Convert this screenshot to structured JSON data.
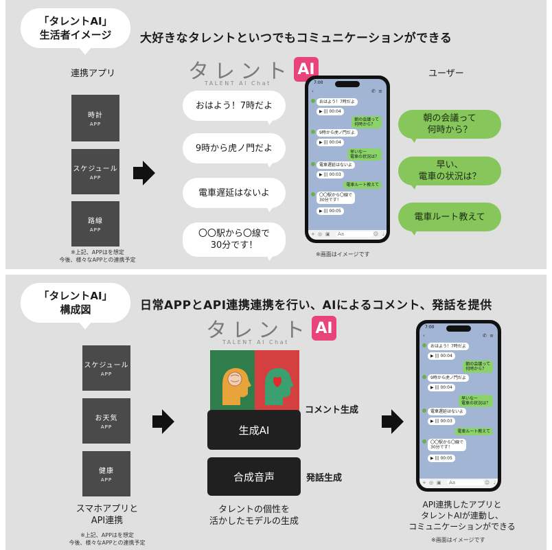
{
  "panel1": {
    "tag_line1": "「タレントAI」",
    "tag_line2": "生活者イメージ",
    "headline": "大好きなタレントといつでもコミュニケーションができる",
    "apps_label": "連携アプリ",
    "apps": [
      {
        "name": "時計",
        "sub": "APP"
      },
      {
        "name": "スケジュール",
        "sub": "APP"
      },
      {
        "name": "路線",
        "sub": "APP"
      }
    ],
    "apps_note_line1": "※上記、APPはを想定",
    "apps_note_line2": "今後、様々なAPPとの連携予定",
    "logo_text": "タレント",
    "logo_box": "AI",
    "logo_sub": "TALENT AI Chat",
    "talent_bubbles": [
      "おはよう！7時だよ",
      "9時から虎ノ門だよ",
      "電車遅延はないよ",
      "〇〇駅から〇線で\n30分です！"
    ],
    "user_label": "ユーザー",
    "user_bubbles": [
      "朝の会議って\n何時から？",
      "早い、\n電車の状況は？",
      "電車ルート教えて"
    ],
    "phone_note": "※画面はイメージです"
  },
  "panel2": {
    "tag_line1": "「タレントAI」",
    "tag_line2": "構成図",
    "headline": "日常APPとAPI連携連携を行い、AIによるコメント、発話を提供",
    "apps": [
      {
        "name": "スケジュール",
        "sub": "APP"
      },
      {
        "name": "お天気",
        "sub": "APP"
      },
      {
        "name": "健康",
        "sub": "APP"
      }
    ],
    "apps_caption_line1": "スマホアプリと",
    "apps_caption_line2": "API連携",
    "apps_note_line1": "※上記、APPはを想定",
    "apps_note_line2": "今後、様々なAPPとの連携予定",
    "logo_text": "タレント",
    "logo_box": "AI",
    "logo_sub": "TALENT AI Chat",
    "gen_ai": "生成AI",
    "synth_voice": "合成音声",
    "comment_gen": "コメント生成",
    "speech_gen": "発話生成",
    "center_caption_line1": "タレントの個性を",
    "center_caption_line2": "活かしたモデルの生成",
    "right_caption_line1": "API連携したアプリと",
    "right_caption_line2": "タレントAIが連動し、",
    "right_caption_line3": "コミュニケーションができる",
    "phone_note": "※画面はイメージです"
  },
  "phone_chat": {
    "time": "7:00",
    "messages": [
      {
        "side": "in",
        "text": "おはよう！7時だよ"
      },
      {
        "side": "in",
        "text": "▶ ||| 00:04"
      },
      {
        "side": "out",
        "text": "朝の会議って\n何時から？"
      },
      {
        "side": "in",
        "text": "9時から虎ノ門だよ"
      },
      {
        "side": "in",
        "text": "▶ ||| 00:04"
      },
      {
        "side": "out",
        "text": "早いなー\n電車の状況は？"
      },
      {
        "side": "in",
        "text": "電車遅延はないよ"
      },
      {
        "side": "in",
        "text": "▶ ||| 00:03"
      },
      {
        "side": "out",
        "text": "電車ルート教えて"
      },
      {
        "side": "in",
        "text": "〇〇駅から〇線で\n30分です！"
      },
      {
        "side": "in",
        "text": "▶ ||| 00:05"
      }
    ],
    "input_placeholder": "Aa"
  },
  "colors": {
    "panel_bg": "#e0e0e0",
    "app_box": "#4a4a4a",
    "user_bubble": "#86c65a",
    "logo_pink": "#e8447a",
    "chat_bg": "#a3b5d4"
  }
}
